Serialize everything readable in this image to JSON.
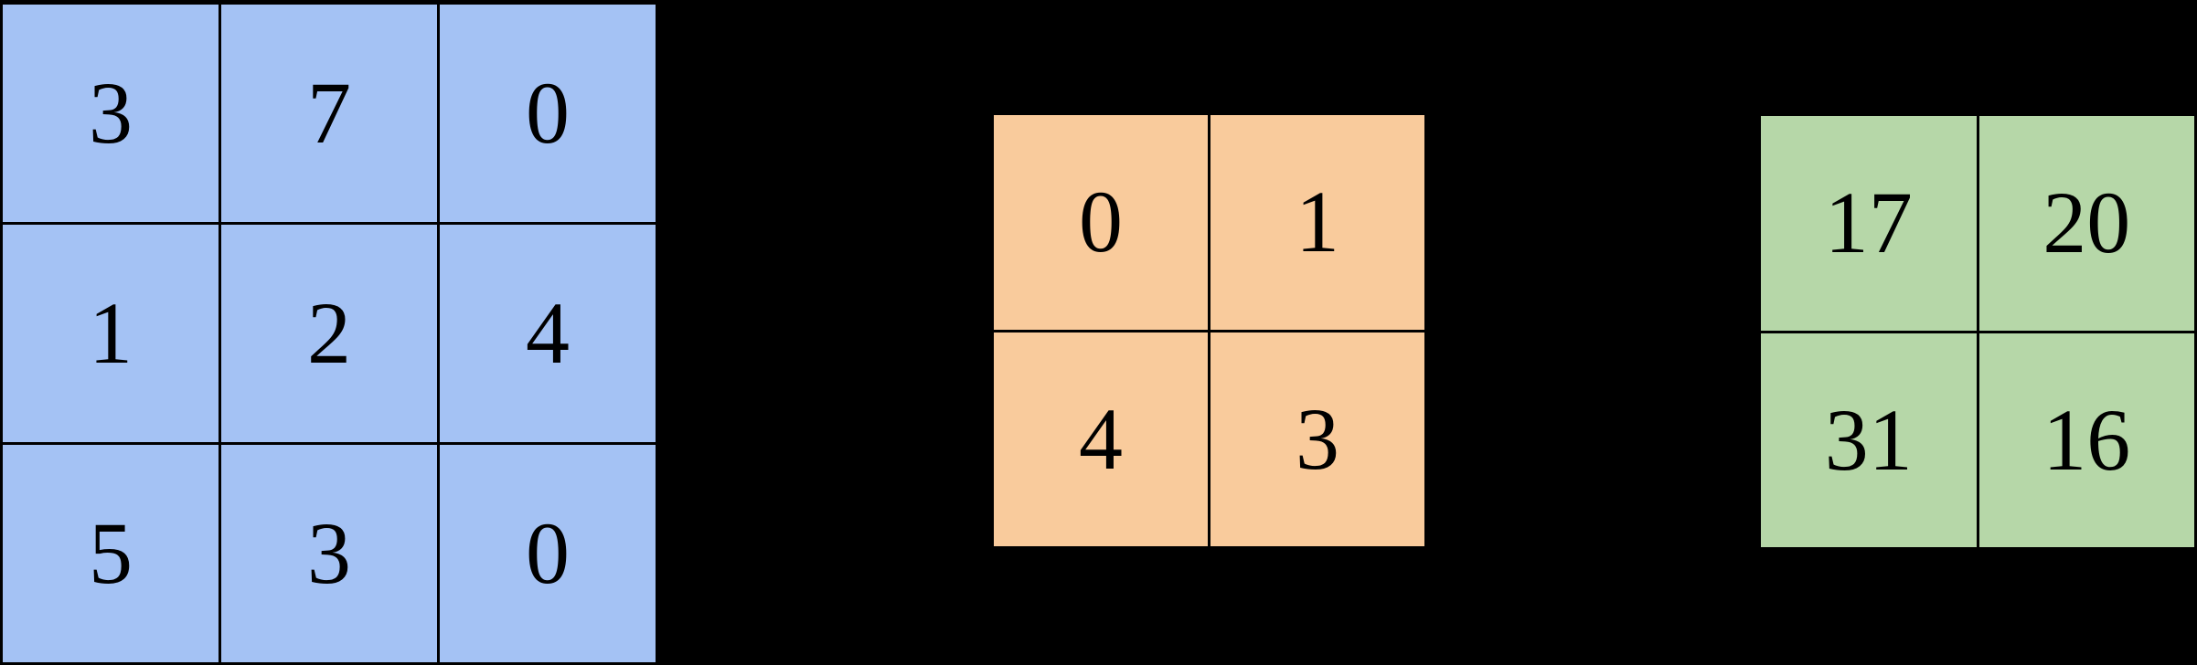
{
  "background_color": "#000000",
  "matrices": {
    "input": {
      "name": "input-matrix",
      "color": "#a4c2f4",
      "rows": 3,
      "cols": 3,
      "values": [
        [
          "3",
          "7",
          "0"
        ],
        [
          "1",
          "2",
          "4"
        ],
        [
          "5",
          "3",
          "0"
        ]
      ]
    },
    "kernel": {
      "name": "kernel-matrix",
      "color": "#f9cb9c",
      "rows": 2,
      "cols": 2,
      "values": [
        [
          "0",
          "1"
        ],
        [
          "4",
          "3"
        ]
      ]
    },
    "output": {
      "name": "output-matrix",
      "color": "#b6d7a8",
      "rows": 2,
      "cols": 2,
      "values": [
        [
          "17",
          "20"
        ],
        [
          "31",
          "16"
        ]
      ]
    }
  },
  "chart_data": {
    "type": "table",
    "title": "",
    "tables": [
      {
        "name": "input-matrix",
        "fill": "#a4c2f4",
        "shape": [
          3,
          3
        ],
        "data": [
          [
            3,
            7,
            0
          ],
          [
            1,
            2,
            4
          ],
          [
            5,
            3,
            0
          ]
        ]
      },
      {
        "name": "kernel-matrix",
        "fill": "#f9cb9c",
        "shape": [
          2,
          2
        ],
        "data": [
          [
            0,
            1
          ],
          [
            4,
            3
          ]
        ]
      },
      {
        "name": "output-matrix",
        "fill": "#b6d7a8",
        "shape": [
          2,
          2
        ],
        "data": [
          [
            17,
            20
          ],
          [
            31,
            16
          ]
        ]
      }
    ]
  }
}
